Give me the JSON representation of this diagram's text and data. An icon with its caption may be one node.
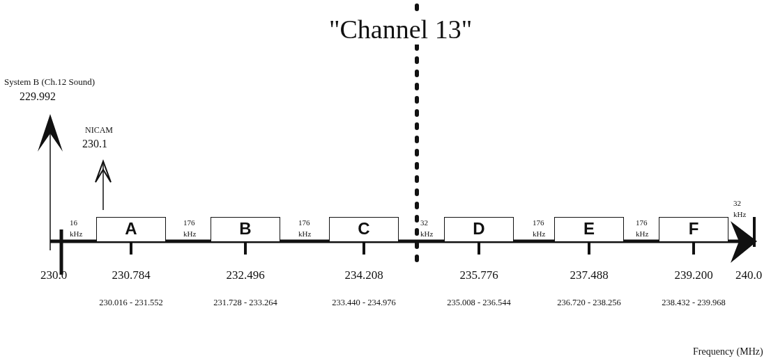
{
  "diagram": {
    "nodes": [
      {
        "text": [
          "A"
        ],
        "beside": [
          "230.784",
          "230.016 - 231.552"
        ]
      },
      {
        "text": [
          "B"
        ],
        "beside": [
          "232.496",
          "231.728 - 233.264"
        ]
      },
      {
        "text": [
          "C"
        ],
        "beside": [
          "234.208",
          "233.440 - 234.976"
        ]
      },
      {
        "text": [
          "D"
        ],
        "beside": [
          "235.776",
          "235.008 - 236.544"
        ]
      },
      {
        "text": [
          "E"
        ],
        "beside": [
          "237.488",
          "236.720 - 238.256"
        ]
      },
      {
        "text": [
          "F"
        ],
        "beside": [
          "239.200",
          "238.432 - 239.968"
        ]
      }
    ],
    "labels": [
      "\"Channel 13\"",
      "System B (Ch.12 Sound)",
      "229.992",
      "NICAM",
      "230.1",
      "16 kHz",
      "176 kHz",
      "176 kHz",
      "32 kHz",
      "176 kHz",
      "176 kHz",
      "32 kHz",
      "230.0",
      "240.0",
      "Frequency (MHz)"
    ]
  }
}
